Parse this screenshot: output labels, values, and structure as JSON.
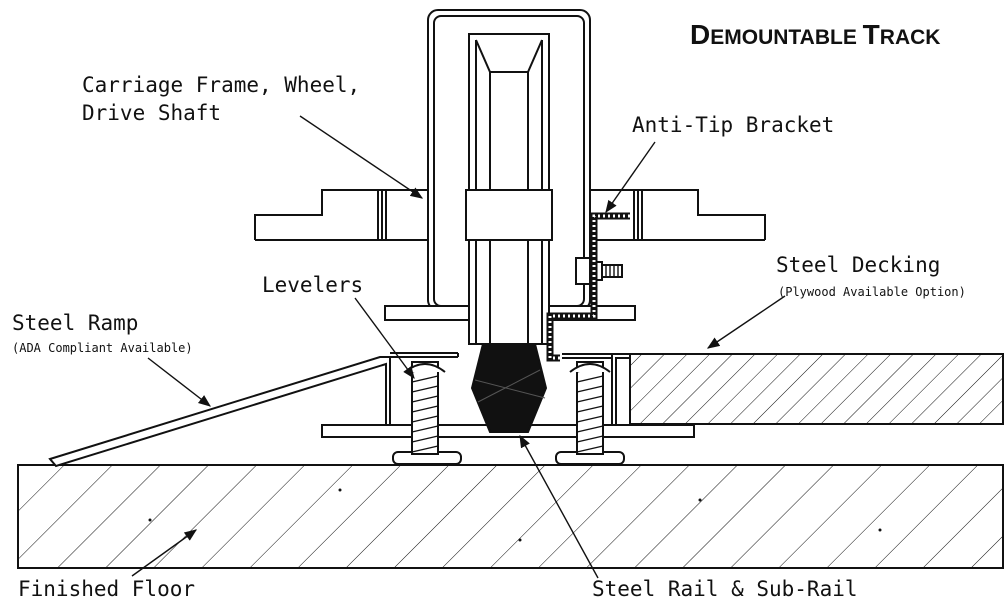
{
  "diagram": {
    "title_first": "D",
    "title_rest1": "EMOUNTABLE ",
    "title_second": "T",
    "title_rest2": "RACK",
    "labels": {
      "carriage_line1": "Carriage Frame, Wheel,",
      "carriage_line2": "Drive Shaft",
      "anti_tip": "Anti-Tip Bracket",
      "steel_decking": "Steel Decking",
      "decking_option": "(Plywood Available Option)",
      "levelers": "Levelers",
      "steel_ramp": "Steel Ramp",
      "ramp_option": "(ADA Compliant Available)",
      "finished_floor": "Finished Floor",
      "steel_rail": "Steel Rail & Sub-Rail"
    }
  }
}
